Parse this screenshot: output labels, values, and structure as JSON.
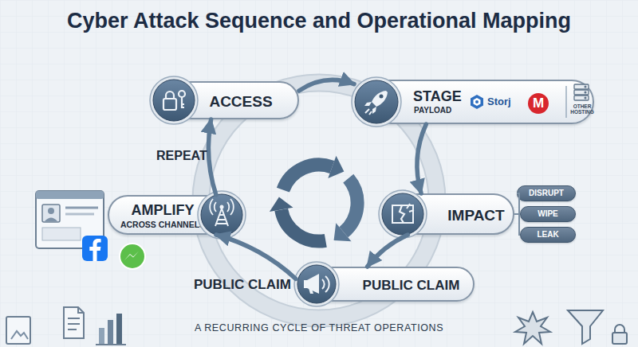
{
  "diagram": {
    "title": "Cyber Attack Sequence and Operational Mapping",
    "caption": "A RECURRING CYCLE OF THREAT OPERATIONS",
    "nodes": [
      {
        "text": [
          "ACCESS"
        ]
      },
      {
        "text": [
          "STAGE",
          "PAYLOAD",
          "Storj",
          "M",
          "OTHER HOSTING"
        ]
      },
      {
        "text": [
          "IMPACT"
        ]
      },
      {
        "text": [
          "DISRUPT"
        ]
      },
      {
        "text": [
          "WIPE"
        ]
      },
      {
        "text": [
          "LEAK"
        ]
      },
      {
        "text": [
          "PUBLIC CLAIM"
        ]
      },
      {
        "text": [
          "AMPLIFY",
          "ACROSS CHANNELS"
        ]
      }
    ],
    "edges": [
      {
        "from": 0,
        "to": 1,
        "arrow": "to"
      },
      {
        "from": 1,
        "to": 2,
        "arrow": "to"
      },
      {
        "from": 2,
        "to": 6,
        "arrow": "to"
      },
      {
        "from": 6,
        "to": 7,
        "arrow": "to"
      },
      {
        "from": 7,
        "to": 0,
        "arrow": "to"
      },
      {
        "from": 2,
        "to": 3,
        "arrow": "none"
      },
      {
        "from": 2,
        "to": 4,
        "arrow": "none"
      },
      {
        "from": 2,
        "to": 5,
        "arrow": "none"
      }
    ],
    "labels": [
      "REPEAT",
      "PUBLIC CLAIM"
    ]
  }
}
